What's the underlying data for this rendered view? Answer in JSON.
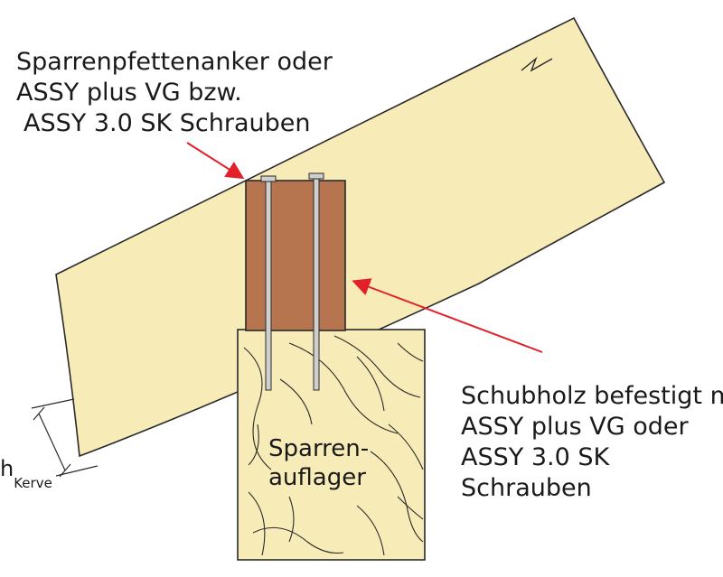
{
  "labels": {
    "top": [
      "Sparrenpfettenanker oder",
      "ASSY plus VG bzw.",
      "ASSY 3.0 SK Schrauben"
    ],
    "right": [
      "Schubholz befestigt mit",
      "ASSY plus VG oder",
      "ASSY 3.0 SK",
      "Schrauben"
    ],
    "support": [
      "Sparren-",
      "auflager"
    ],
    "h_main": "h",
    "h_sub": "Kerve"
  },
  "colors": {
    "rafter": "#f7ebb8",
    "block": "#b7754f",
    "arrow": "#e3202a",
    "outline": "#2a2a2a",
    "screw": "#cfcfcf"
  }
}
